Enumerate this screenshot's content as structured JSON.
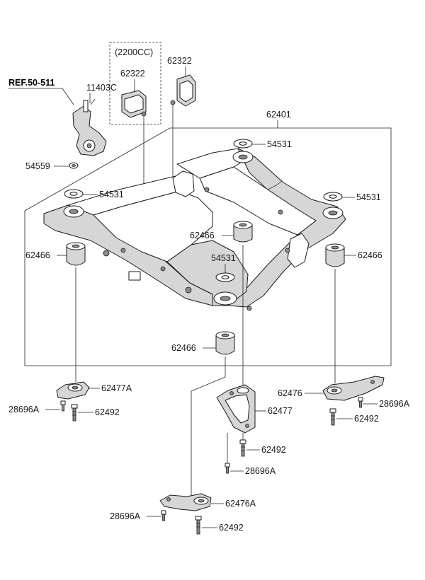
{
  "reference": "REF.50-511",
  "engine_note": "(2200CC)",
  "labels": {
    "p11403C": "11403C",
    "p62322_boxed": "62322",
    "p62322_top": "62322",
    "p62401": "62401",
    "p54531_top": "54531",
    "p54559": "54559",
    "p54531_left": "54531",
    "p54531_right": "54531",
    "p62466_center": "62466",
    "p62466_left": "62466",
    "p54531_center": "54531",
    "p62466_right": "62466",
    "p62466_bottom": "62466",
    "p62477A": "62477A",
    "p28696A_left": "28696A",
    "p62492_left": "62492",
    "p62476": "62476",
    "p28696A_right": "28696A",
    "p62492_right": "62492",
    "p62477": "62477",
    "p62492_center": "62492",
    "p28696A_center": "28696A",
    "p28696A_bottom": "28696A",
    "p62476A": "62476A",
    "p62492_bottom": "62492"
  }
}
